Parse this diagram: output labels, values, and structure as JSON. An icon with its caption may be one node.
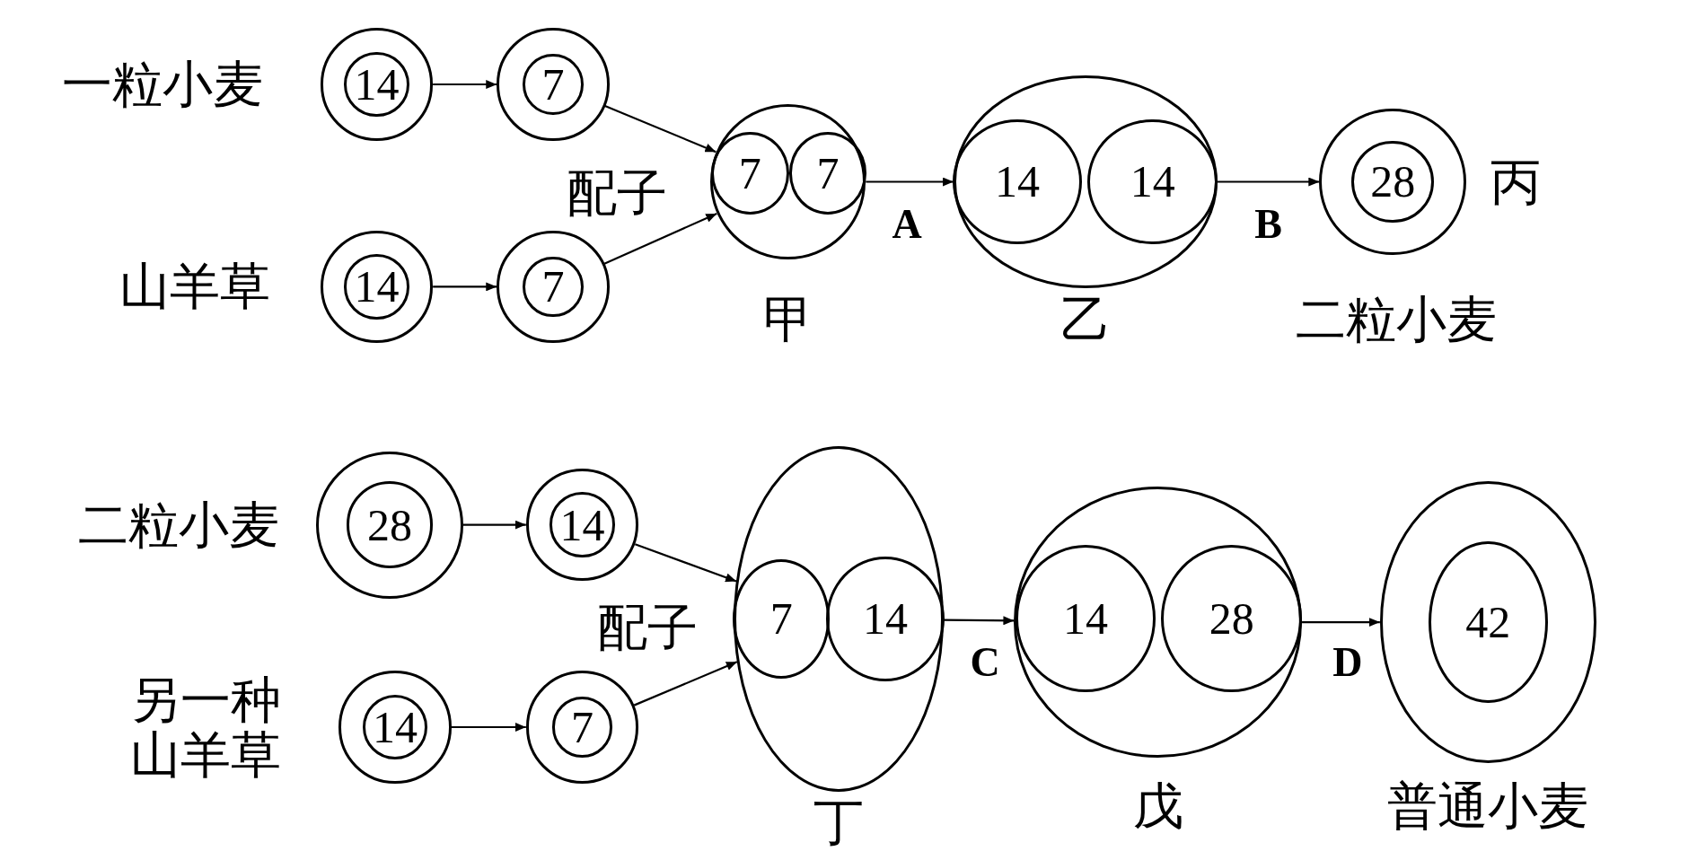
{
  "diagram": {
    "nodes": [
      {
        "text": [],
        "shape": "circle",
        "beside": [
          "一粒小麦"
        ]
      },
      {
        "text": [
          "14"
        ],
        "in": 0
      },
      {
        "text": [],
        "shape": "circle"
      },
      {
        "text": [
          "7"
        ],
        "in": 2
      },
      {
        "text": [],
        "shape": "circle",
        "beside": [
          "山羊草"
        ]
      },
      {
        "text": [
          "14"
        ],
        "in": 4
      },
      {
        "text": [],
        "shape": "circle"
      },
      {
        "text": [
          "7"
        ],
        "in": 6
      },
      {
        "text": [],
        "shape": "circle",
        "beside": [
          "甲"
        ]
      },
      {
        "text": [
          "7"
        ],
        "in": 8
      },
      {
        "text": [
          "7"
        ],
        "in": 8
      },
      {
        "text": [],
        "shape": "circle",
        "beside": [
          "乙"
        ]
      },
      {
        "text": [
          "14"
        ],
        "in": 11
      },
      {
        "text": [
          "14"
        ],
        "in": 11
      },
      {
        "text": [],
        "shape": "circle",
        "beside": [
          "丙",
          "二粒小麦"
        ]
      },
      {
        "text": [
          "28"
        ],
        "in": 14
      },
      {
        "text": [],
        "shape": "circle",
        "beside": [
          "二粒小麦"
        ]
      },
      {
        "text": [
          "28"
        ],
        "in": 16
      },
      {
        "text": [],
        "shape": "circle"
      },
      {
        "text": [
          "14"
        ],
        "in": 18
      },
      {
        "text": [],
        "shape": "circle",
        "beside": [
          "另一种山羊草"
        ]
      },
      {
        "text": [
          "14"
        ],
        "in": 20
      },
      {
        "text": [],
        "shape": "circle"
      },
      {
        "text": [
          "7"
        ],
        "in": 22
      },
      {
        "text": [],
        "shape": "circle",
        "beside": [
          "丁"
        ]
      },
      {
        "text": [
          "7"
        ],
        "in": 24
      },
      {
        "text": [
          "14"
        ],
        "in": 24
      },
      {
        "text": [],
        "shape": "circle",
        "beside": [
          "戊"
        ]
      },
      {
        "text": [
          "14"
        ],
        "in": 27
      },
      {
        "text": [
          "28"
        ],
        "in": 27
      },
      {
        "text": [],
        "shape": "circle",
        "beside": [
          "普通小麦"
        ]
      },
      {
        "text": [
          "42"
        ],
        "in": 30
      }
    ],
    "edges": [
      {
        "from": 0,
        "to": 2,
        "arrow": "to"
      },
      {
        "from": 4,
        "to": 6,
        "arrow": "to"
      },
      {
        "from": 2,
        "to": 8,
        "arrow": "to"
      },
      {
        "from": 6,
        "to": 8,
        "arrow": "to"
      },
      {
        "from": 8,
        "to": 11,
        "arrow": "to",
        "label": "A"
      },
      {
        "from": 11,
        "to": 14,
        "arrow": "to",
        "label": "B"
      },
      {
        "from": 16,
        "to": 18,
        "arrow": "to"
      },
      {
        "from": 20,
        "to": 22,
        "arrow": "to"
      },
      {
        "from": 18,
        "to": 24,
        "arrow": "to"
      },
      {
        "from": 22,
        "to": 24,
        "arrow": "to"
      },
      {
        "from": 24,
        "to": 27,
        "arrow": "to",
        "label": "C"
      },
      {
        "from": 27,
        "to": 30,
        "arrow": "to",
        "label": "D"
      }
    ],
    "labels": [
      "配子",
      "配子"
    ]
  }
}
